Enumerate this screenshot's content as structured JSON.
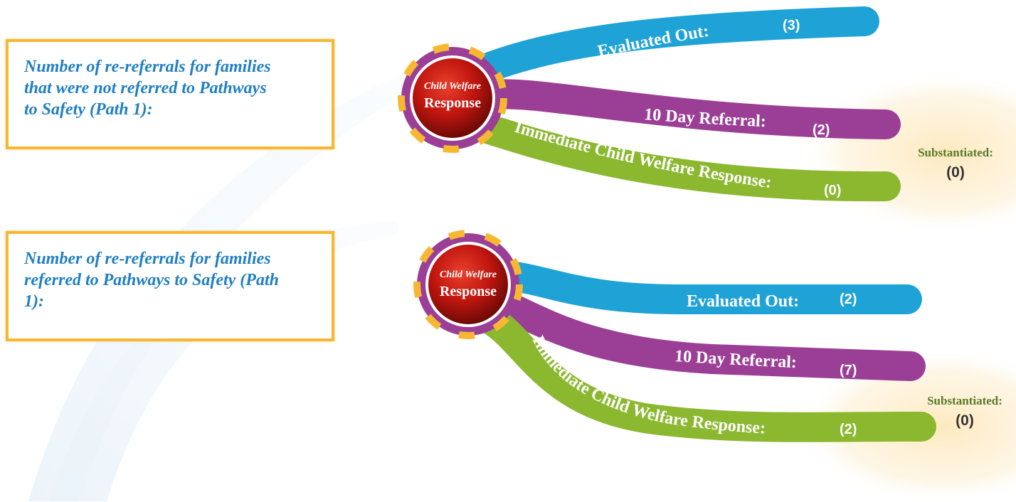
{
  "colors": {
    "frame": "#f7b733",
    "question_text": "#1f7fc4",
    "evaluated_out_band": "#1fa3d6",
    "ten_day_band": "#9b3f96",
    "immediate_band": "#8bb82f",
    "hub_red": "#c11a12",
    "substantiated_text": "#5a7a2a",
    "glow": "#fbe3b0"
  },
  "sections": [
    {
      "question": "Number of re-referrals for families that were not referred to Pathways to Safety (Path 1):",
      "hub": {
        "top_label": "Child Welfare",
        "bottom_label": "Response"
      },
      "branches": [
        {
          "label": "Evaluated Out:",
          "value": "(3)"
        },
        {
          "label": "10 Day Referral:",
          "value": "(2)"
        },
        {
          "label": "Immediate Child Welfare Response:",
          "value": "(0)"
        }
      ],
      "substantiated": {
        "label": "Substantiated:",
        "value": "(0)"
      }
    },
    {
      "question": "Number of re-referrals for families referred to Pathways to Safety (Path 1):",
      "hub": {
        "top_label": "Child Welfare",
        "bottom_label": "Response"
      },
      "branches": [
        {
          "label": "Evaluated Out:",
          "value": "(2)"
        },
        {
          "label": "10 Day Referral:",
          "value": "(7)"
        },
        {
          "label": "Immediate Child Welfare Response:",
          "value": "(2)"
        }
      ],
      "substantiated": {
        "label": "Substantiated:",
        "value": "(0)"
      }
    }
  ]
}
